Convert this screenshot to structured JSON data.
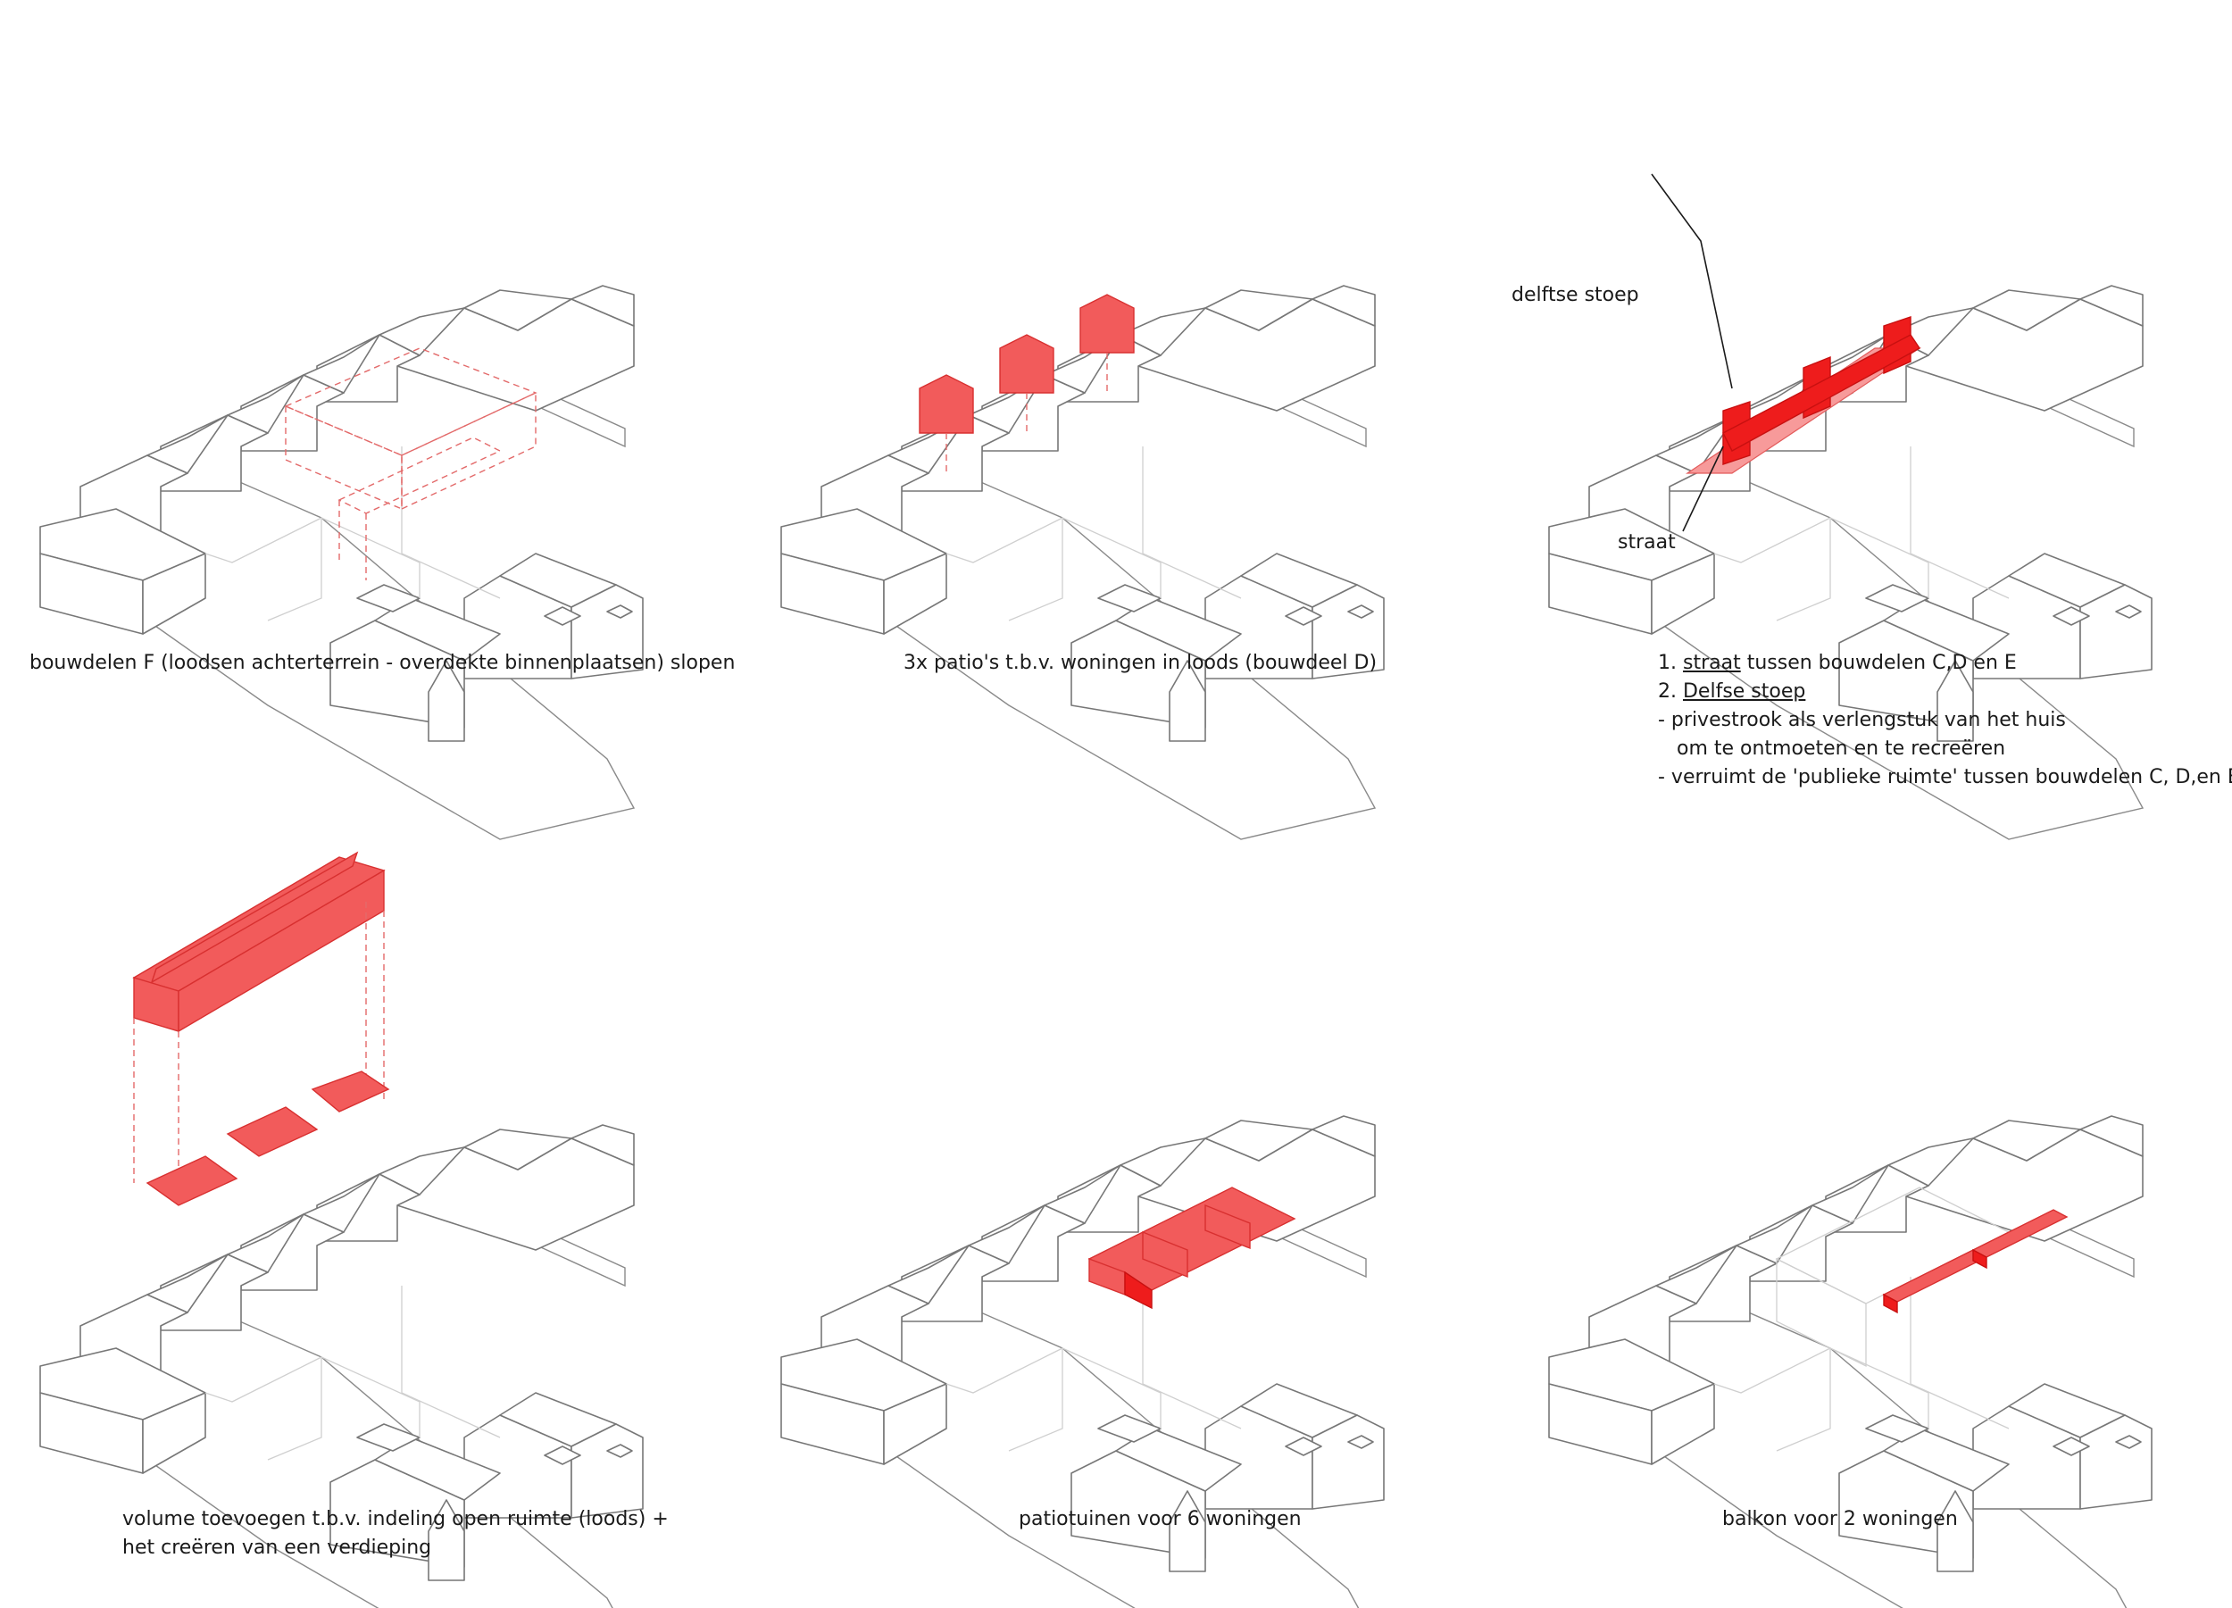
{
  "panels": [
    {
      "caption_lines": [
        "bouwdelen F (loodsen achterterrein - overdekte binnenplaatsen) slopen"
      ]
    },
    {
      "caption_lines": [
        "3x patio's t.b.v. woningen in loods (bouwdeel D)"
      ]
    },
    {
      "caption_lines": [
        "1. ",
        "2. ",
        "- privestrook als verlengstuk van het huis",
        "   om te ontmoeten en te recreëren",
        "- verruimt de 'publieke ruimte' tussen bouwdelen C, D,en E"
      ],
      "caption_line1_link": "straat",
      "caption_line1_rest": " tussen bouwdelen C,D en E",
      "caption_line2_link": "Delfse stoep",
      "label_top": "delftse stoep",
      "label_bottom": "straat"
    },
    {
      "caption_lines": [
        "volume toevoegen t.b.v. indeling open ruimte (loods) +",
        "het creëren van een verdieping"
      ]
    },
    {
      "caption_lines": [
        "patiotuinen voor 6 woningen"
      ]
    },
    {
      "caption_lines": [
        "balkon voor 2 woningen"
      ]
    }
  ],
  "colors": {
    "accent": "#f25b5b",
    "accent_strong": "#ee1c1c",
    "line": "#777777"
  }
}
